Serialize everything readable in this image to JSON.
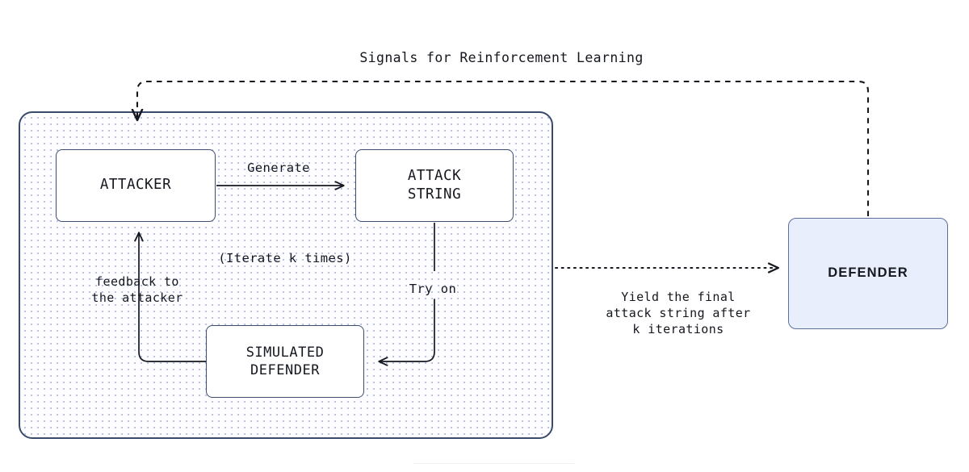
{
  "diagram": {
    "title_label": "Signals for Reinforcement Learning",
    "container": {
      "name": "attacker-training-loop",
      "accent_border": "#3a4a6b",
      "dot_color": "#b9c1e8",
      "fill": "#fdfdff"
    },
    "nodes": [
      {
        "id": "attacker",
        "label": "ATTACKER",
        "fill": "#ffffff",
        "border": "#3d4d70"
      },
      {
        "id": "attack-string",
        "label": "ATTACK\nSTRING",
        "fill": "#ffffff",
        "border": "#3d4d70"
      },
      {
        "id": "simulated-defender",
        "label": "SIMULATED\nDEFENDER",
        "fill": "#ffffff",
        "border": "#3d4d70"
      },
      {
        "id": "defender",
        "label": "DEFENDER",
        "fill": "#e9eefc",
        "border": "#5d6f9c"
      }
    ],
    "edges": [
      {
        "id": "generate",
        "from": "attacker",
        "to": "attack-string",
        "label": "Generate",
        "style": "solid"
      },
      {
        "id": "try-on",
        "from": "attack-string",
        "to": "simulated-defender",
        "label": "Try on",
        "style": "solid"
      },
      {
        "id": "feedback",
        "from": "simulated-defender",
        "to": "attacker",
        "label": "feedback to\nthe attacker",
        "style": "solid"
      },
      {
        "id": "yield",
        "from": "attacker-training-loop",
        "to": "defender",
        "label": "Yield the final\nattack string after\nk iterations",
        "style": "dotted"
      },
      {
        "id": "rl-signals",
        "from": "defender",
        "to": "attacker-training-loop",
        "label": "Signals for Reinforcement Learning",
        "style": "dashed"
      }
    ],
    "annotations": [
      {
        "id": "iterate",
        "label": "(Iterate k times)"
      }
    ],
    "colors": {
      "line": "#15181f",
      "text": "#14171e",
      "box_border": "#3d4d70",
      "defender_fill": "#e9eefc",
      "dot": "#b9c1e8"
    }
  }
}
